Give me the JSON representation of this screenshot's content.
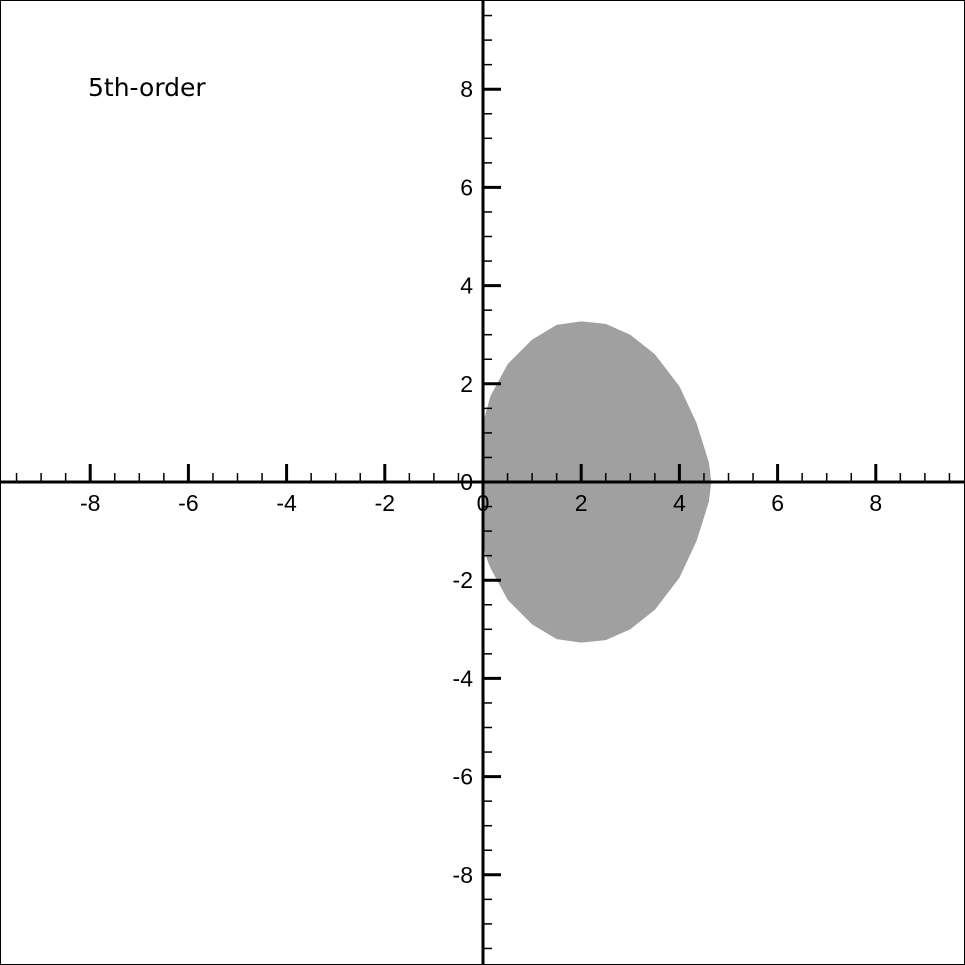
{
  "chart_data": {
    "type": "area",
    "title": "",
    "annotation": "5th-order",
    "xlabel": "",
    "ylabel": "",
    "xlim": [
      -9.8,
      9.8
    ],
    "ylim": [
      -9.8,
      9.8
    ],
    "x_ticks": [
      -8,
      -6,
      -4,
      -2,
      0,
      2,
      4,
      6,
      8
    ],
    "x_tick_labels": [
      "-8",
      "-6",
      "-4",
      "-2",
      "0",
      "2",
      "4",
      "6",
      "8"
    ],
    "y_ticks": [
      -8,
      -6,
      -4,
      -2,
      0,
      2,
      4,
      6,
      8
    ],
    "y_tick_labels": [
      "-8",
      "-6",
      "-4",
      "-2",
      "0",
      "2",
      "4",
      "6",
      "8"
    ],
    "minor_tick_step": 0.5,
    "grid": false,
    "axes_through_origin": true,
    "region": {
      "fill_color": "#a0a0a0",
      "boundary": [
        [
          0.0,
          0.0
        ],
        [
          0.0,
          1.2
        ],
        [
          0.15,
          1.75
        ],
        [
          0.5,
          2.4
        ],
        [
          1.0,
          2.9
        ],
        [
          1.5,
          3.2
        ],
        [
          2.0,
          3.27
        ],
        [
          2.5,
          3.22
        ],
        [
          3.0,
          3.0
        ],
        [
          3.5,
          2.6
        ],
        [
          4.0,
          1.95
        ],
        [
          4.35,
          1.2
        ],
        [
          4.6,
          0.4
        ],
        [
          4.65,
          0.0
        ],
        [
          4.6,
          -0.4
        ],
        [
          4.35,
          -1.2
        ],
        [
          4.0,
          -1.95
        ],
        [
          3.5,
          -2.6
        ],
        [
          3.0,
          -3.0
        ],
        [
          2.5,
          -3.22
        ],
        [
          2.0,
          -3.27
        ],
        [
          1.5,
          -3.2
        ],
        [
          1.0,
          -2.9
        ],
        [
          0.5,
          -2.4
        ],
        [
          0.15,
          -1.75
        ],
        [
          0.05,
          -1.5
        ],
        [
          0.0,
          -1.2
        ],
        [
          0.0,
          0.0
        ]
      ]
    }
  }
}
